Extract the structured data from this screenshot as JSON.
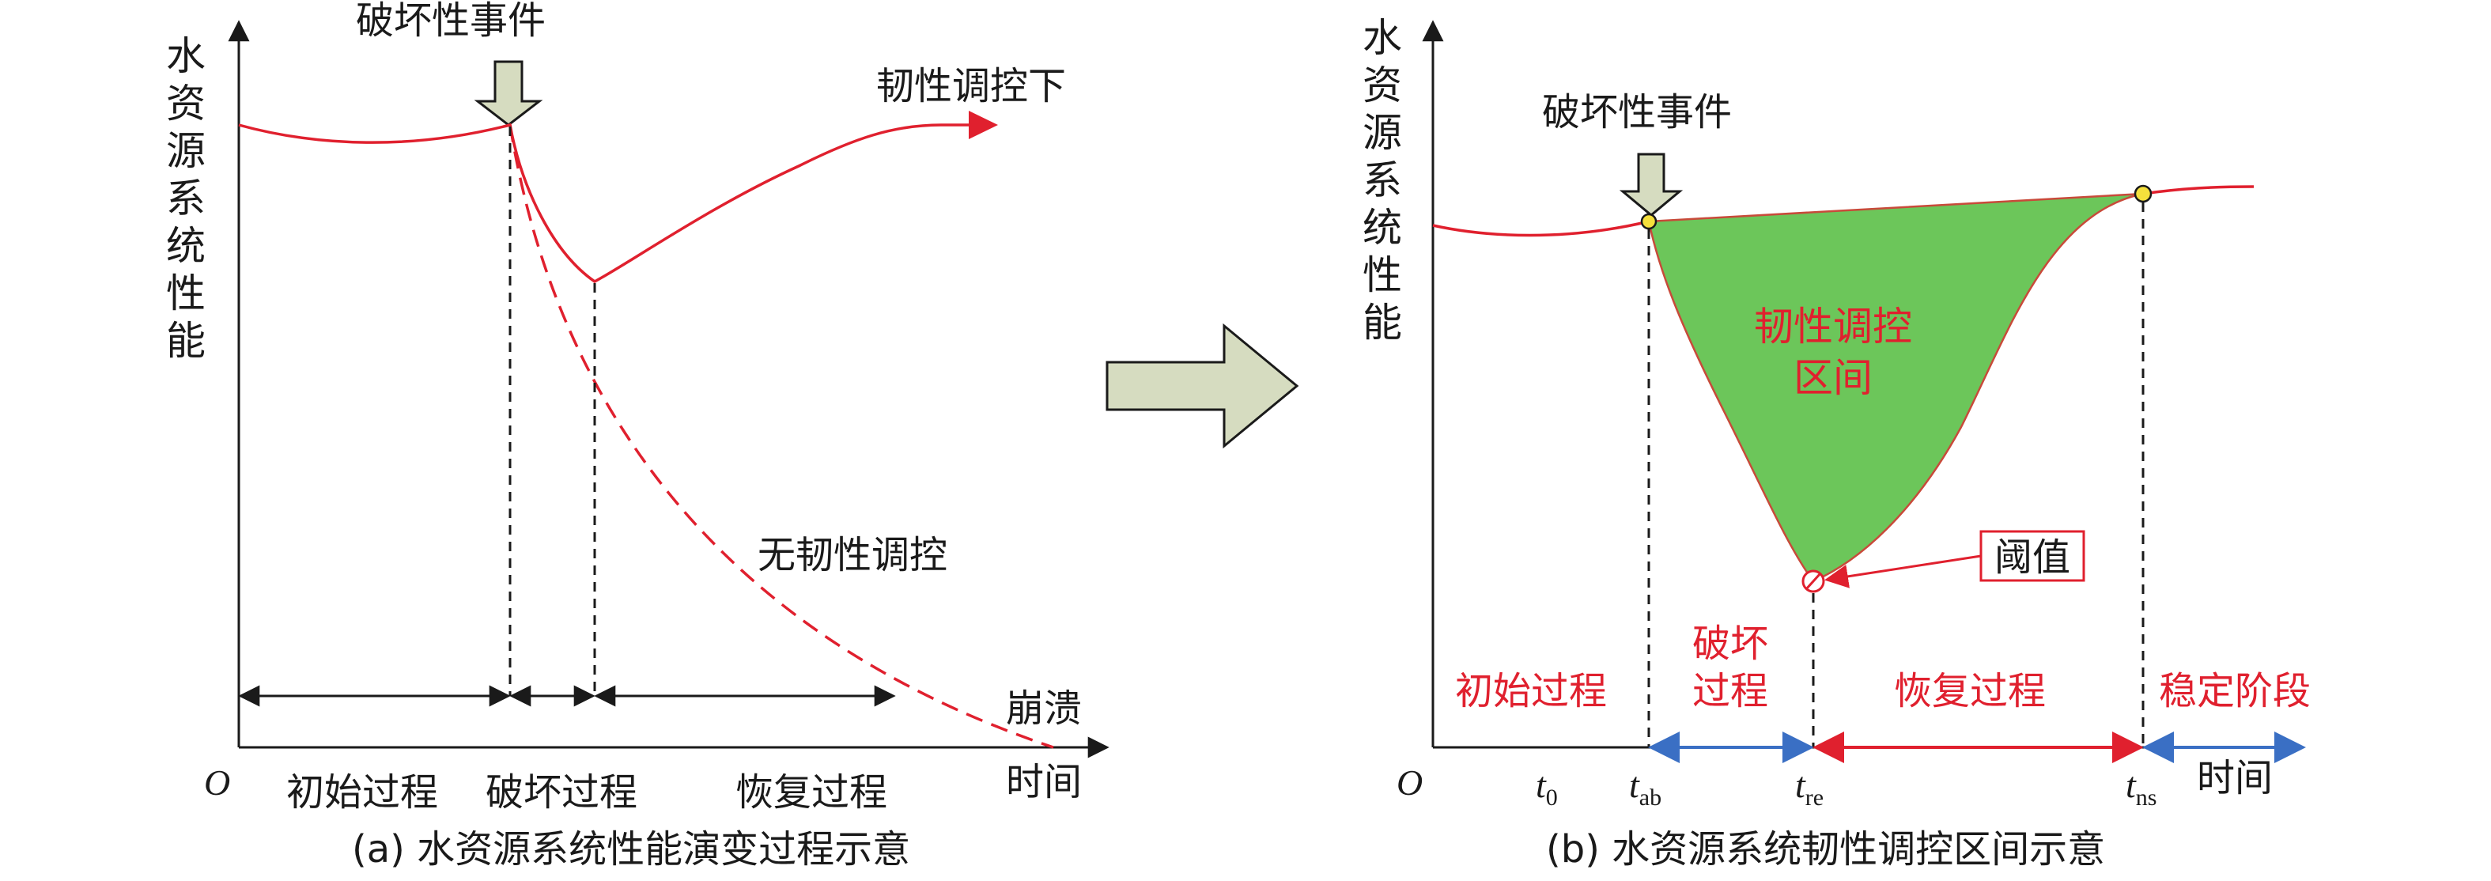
{
  "panel_a": {
    "caption": "(a) 水资源系统性能演变过程示意",
    "y_label": "水资源系统性能",
    "origin": "O",
    "x_label": "时间",
    "event_label": "破坏性事件",
    "curve_resilient": "韧性调控下",
    "curve_no_control": "无韧性调控",
    "collapse": "崩溃",
    "stages": [
      "初始过程",
      "破坏过程",
      "恢复过程"
    ]
  },
  "panel_b": {
    "caption": "(b) 水资源系统韧性调控区间示意",
    "y_label": "水资源系统性能",
    "origin": "O",
    "x_label": "时间",
    "event_label": "破坏性事件",
    "region_label_line1": "韧性调控",
    "region_label_line2": "区间",
    "threshold": "阈值",
    "stages": [
      "初始过程",
      "破坏",
      "过程",
      "恢复过程",
      "稳定阶段"
    ],
    "ticks": [
      {
        "base": "t",
        "sub": "0"
      },
      {
        "base": "t",
        "sub": "ab"
      },
      {
        "base": "t",
        "sub": "re"
      },
      {
        "base": "t",
        "sub": "ns"
      }
    ]
  },
  "colors": {
    "curve": "#e0202e",
    "region_fill": "#6cc65a",
    "event_arrow_fill": "#d6dcc0",
    "blue_arrow": "#3a6fc4",
    "marker_yellow": "#f5e03c"
  }
}
